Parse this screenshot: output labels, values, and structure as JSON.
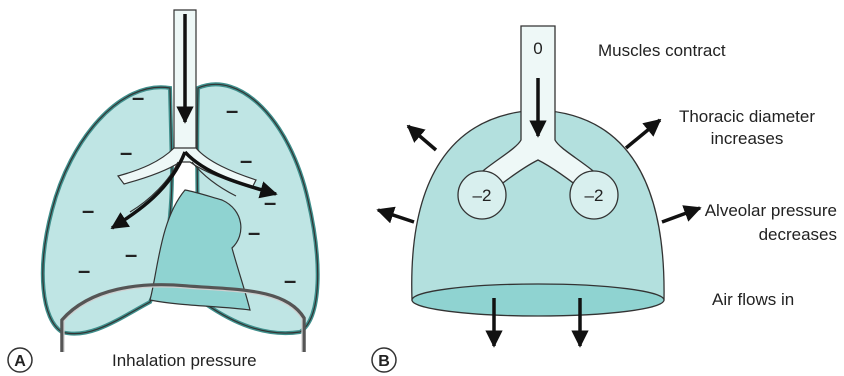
{
  "colors": {
    "lung_fill": "#bfe5e4",
    "lung_edge": "#3f8f8c",
    "inner_fill": "#8fd3d1",
    "bronchi_fill": "#eef8f7",
    "outline": "#333333",
    "arrow": "#111111"
  },
  "panel_a": {
    "badge": "A",
    "caption": "Inhalation pressure",
    "minus_sign": "–"
  },
  "panel_b": {
    "badge": "B",
    "trachea_pressure": "0",
    "alveolus_left_pressure": "–2",
    "alveolus_right_pressure": "–2",
    "labels": {
      "muscles": "Muscles contract",
      "thoracic_line1": "Thoracic diameter",
      "thoracic_line2": "increases",
      "alveolar_line1": "Alveolar pressure",
      "alveolar_line2": "decreases",
      "air": "Air flows in"
    }
  }
}
